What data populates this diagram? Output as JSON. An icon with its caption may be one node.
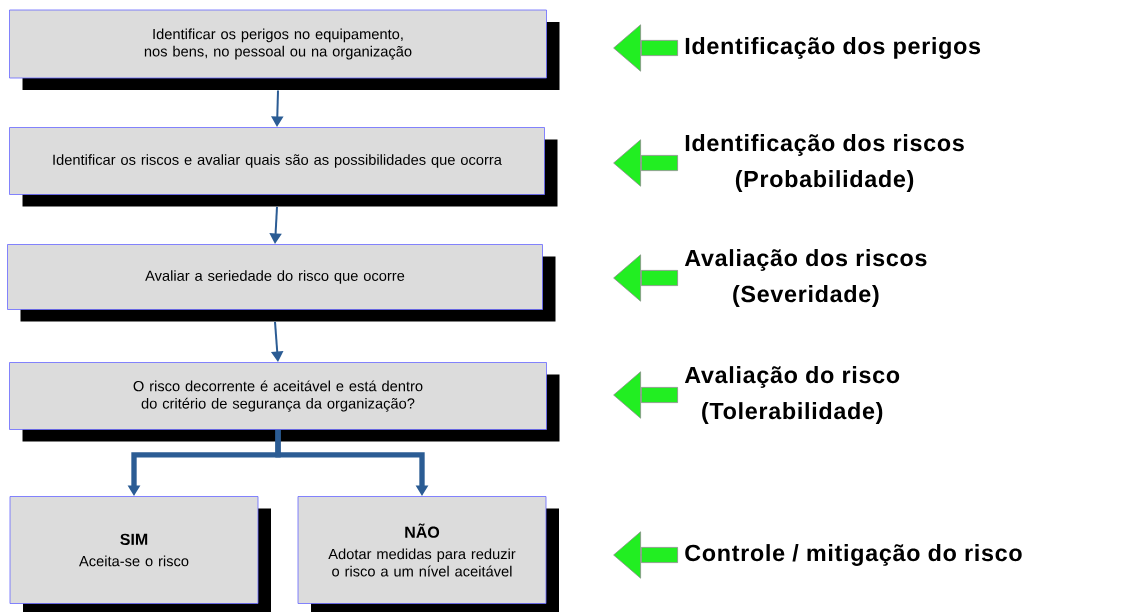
{
  "diagram": {
    "nodes": [
      {
        "text": [
          "Identificar os perigos no equipamento, nos bens, no pessoal ou na organização"
        ]
      },
      {
        "text": [
          "Identificar os riscos e avaliar quais são as possibilidades que ocorra"
        ]
      },
      {
        "text": [
          "Avaliar a seriedade do risco que ocorre"
        ]
      },
      {
        "text": [
          "O risco decorrente é aceitável e está dentro do critério de segurança da organização?"
        ]
      },
      {
        "text": [
          "SIM",
          "Aceita-se o risco"
        ]
      },
      {
        "text": [
          "NÃO",
          "Adotar medidas para reduzir o risco a um nível aceitável"
        ]
      },
      {
        "text": [
          "Identificação dos perigos"
        ]
      },
      {
        "text": [
          "Identificação dos riscos (Probabilidade)"
        ]
      },
      {
        "text": [
          "Avaliação dos riscos (Severidade)"
        ]
      },
      {
        "text": [
          "Avaliação do risco (Tolerabilidade)"
        ]
      },
      {
        "text": [
          "Controle / mitigação do risco"
        ]
      }
    ],
    "edges": [
      {
        "from": 0,
        "to": 1,
        "arrow": "to",
        "color": "#2b5c94"
      },
      {
        "from": 1,
        "to": 2,
        "arrow": "to",
        "color": "#2b5c94"
      },
      {
        "from": 2,
        "to": 3,
        "arrow": "to",
        "color": "#2b5c94"
      },
      {
        "from": 3,
        "to": 4,
        "arrow": "to",
        "style": "thick",
        "color": "#2b5c94"
      },
      {
        "from": 3,
        "to": 5,
        "arrow": "to",
        "style": "thick",
        "color": "#2b5c94"
      },
      {
        "from": 6,
        "to": null,
        "arrow": "to",
        "color": "#22ee22"
      },
      {
        "from": 7,
        "to": null,
        "arrow": "to",
        "color": "#22ee22"
      },
      {
        "from": 8,
        "to": null,
        "arrow": "to",
        "color": "#22ee22"
      },
      {
        "from": 9,
        "to": null,
        "arrow": "to",
        "color": "#22ee22"
      },
      {
        "from": 10,
        "to": null,
        "arrow": "to",
        "color": "#22ee22"
      }
    ]
  }
}
